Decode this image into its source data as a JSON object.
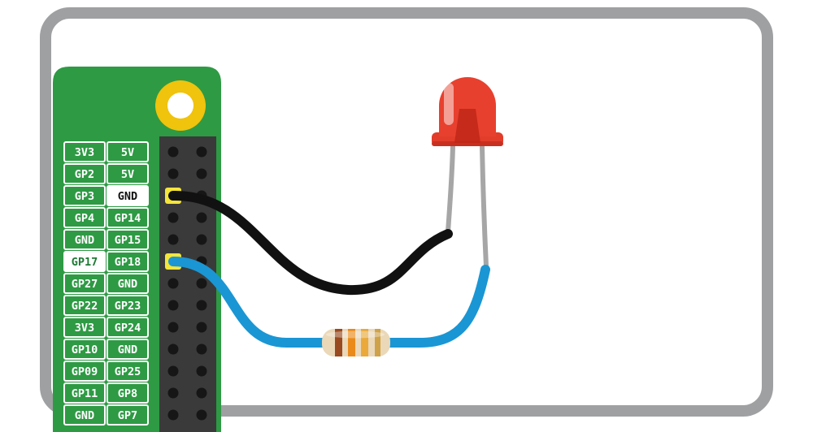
{
  "diagram": {
    "kind": "wiring-diagram",
    "board": {
      "component": "raspberry-pi-pico-gpio-header",
      "pin_rows": [
        {
          "left": "3V3",
          "right": "5V"
        },
        {
          "left": "GP2",
          "right": "5V"
        },
        {
          "left": "GP3",
          "right": "GND",
          "right_highlight": true,
          "highlight_text_color": "#111111"
        },
        {
          "left": "GP4",
          "right": "GP14"
        },
        {
          "left": "GND",
          "right": "GP15"
        },
        {
          "left": "GP17",
          "right": "GP18",
          "left_highlight": true,
          "highlight_text_color": "#1f7a35"
        },
        {
          "left": "GP27",
          "right": "GND"
        },
        {
          "left": "GP22",
          "right": "GP23"
        },
        {
          "left": "3V3",
          "right": "GP24"
        },
        {
          "left": "GP10",
          "right": "GND"
        },
        {
          "left": "GP09",
          "right": "GP25"
        },
        {
          "left": "GP11",
          "right": "GP8"
        },
        {
          "left": "GND",
          "right": "GP7"
        }
      ]
    },
    "components": [
      {
        "name": "led",
        "color": "red",
        "legs": 2
      },
      {
        "name": "resistor",
        "body_color": "#ead8b8",
        "bands": [
          "#9a4a20",
          "#ea8a1a",
          "#eaa93a",
          "#cfa24a"
        ]
      },
      {
        "name": "jumper-wire-black",
        "color": "#111111"
      },
      {
        "name": "jumper-wire-blue",
        "color": "#1a96d4"
      }
    ],
    "connections": [
      {
        "from_pin": "GND",
        "wire": "black",
        "to": "led-cathode-leg"
      },
      {
        "from_pin": "GP17",
        "wire": "blue",
        "to": "resistor-then-led-anode-leg"
      }
    ],
    "colors": {
      "panel_border_gray": "#9fa0a2",
      "board_green": "#2e9a44",
      "header_strip": "#3a3a3a",
      "pin_hole": "#161616",
      "mount_ring_yellow": "#f0c30c",
      "pin_highlight_yellow": "#f4e53c",
      "wire_black": "#111111",
      "wire_blue": "#1a96d4",
      "led_red": "#e8402e",
      "led_leg_gray": "#a6a6a6",
      "resistor_body": "#ead8b8",
      "pin_label_text": "#ffffff"
    }
  }
}
